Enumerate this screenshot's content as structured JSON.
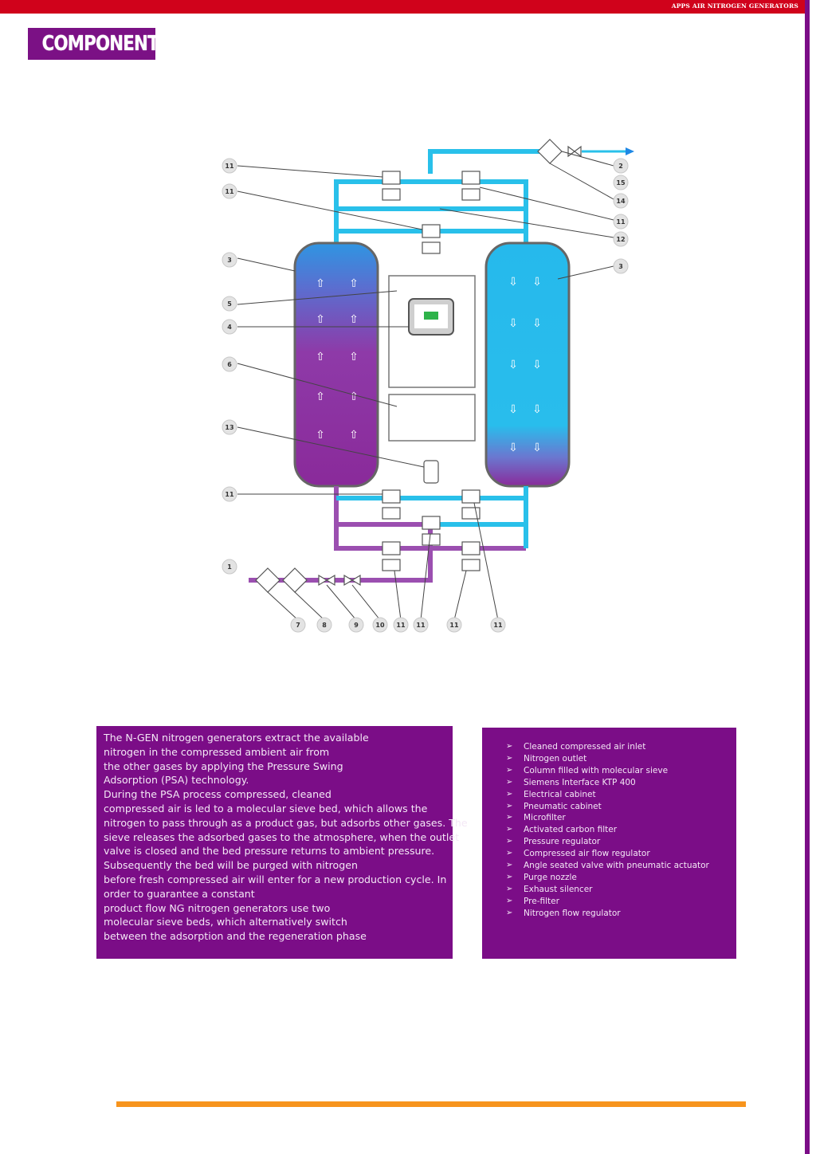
{
  "header": {
    "brand": "APPS AIR NITROGEN GENERATORS"
  },
  "section_title": "COMPONENTS",
  "diagram": {
    "callouts": [
      "11",
      "11",
      "3",
      "5",
      "4",
      "6",
      "13",
      "11",
      "1",
      "2",
      "15",
      "14",
      "11",
      "12",
      "3",
      "7",
      "8",
      "9",
      "10",
      "11",
      "11",
      "11",
      "11"
    ]
  },
  "description": [
    "The N-GEN nitrogen generators extract the available",
    "nitrogen in the compressed ambient air from",
    "the other gases by applying the Pressure Swing",
    "Adsorption (PSA) technology.",
    "During the PSA process compressed, cleaned",
    "compressed air is led to a molecular sieve bed, which allows the",
    "nitrogen to pass through as a product gas, but adsorbs other gases. The",
    "sieve releases the adsorbed gases to the atmosphere, when the outlet",
    "valve is closed and the bed pressure returns to ambient pressure.",
    "Subsequently the bed will be purged with nitrogen",
    "before fresh compressed air will enter for a new production cycle. In",
    "order to guarantee a constant",
    "product flow NG nitrogen generators use two",
    "molecular sieve beds, which alternatively switch",
    "between the adsorption and the regeneration phase"
  ],
  "components": [
    "Cleaned compressed air inlet",
    "Nitrogen outlet",
    "Column filled with molecular sieve",
    "Siemens Interface KTP 400",
    "Electrical cabinet",
    "Pneumatic cabinet",
    "Microfilter",
    "Activated carbon filter",
    "Pressure regulator",
    "Compressed air flow regulator",
    "Angle seated valve with pneumatic actuator",
    "Purge nozzle",
    "Exhaust silencer",
    "Pre-filter",
    "Nitrogen flow regulator"
  ],
  "colors": {
    "header": "#d0021b",
    "purple": "#7b0d87",
    "accent_line": "#f7941d",
    "pipe_blue": "#29c0ea",
    "pipe_purple": "#9b4fb0"
  }
}
